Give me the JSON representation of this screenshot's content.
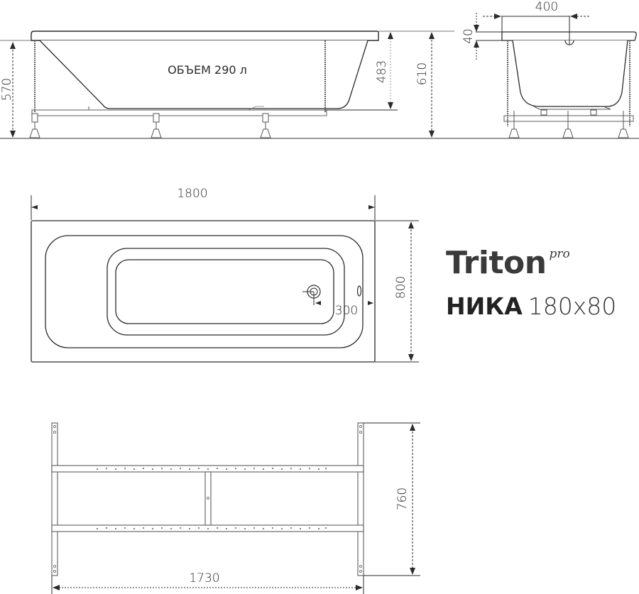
{
  "side_view": {
    "volume_label": "ОБЪЕМ 290 л",
    "dim_leg_height": "570",
    "dim_tub_depth": "483",
    "dim_total_height": "610"
  },
  "end_view": {
    "dim_drain_offset": "400",
    "dim_rim_thickness": "40"
  },
  "top_view": {
    "dim_length": "1800",
    "dim_width": "800",
    "dim_drain_from_edge": "300"
  },
  "frame_view": {
    "dim_frame_length": "1730",
    "dim_frame_width": "760"
  },
  "brand": {
    "name": "Triton",
    "suffix": "pro"
  },
  "model": {
    "name": "НИКА",
    "size": "180x80"
  },
  "colors": {
    "line": "#2b2b2b",
    "frame": "#6a6a6a",
    "ground": "#777777"
  }
}
